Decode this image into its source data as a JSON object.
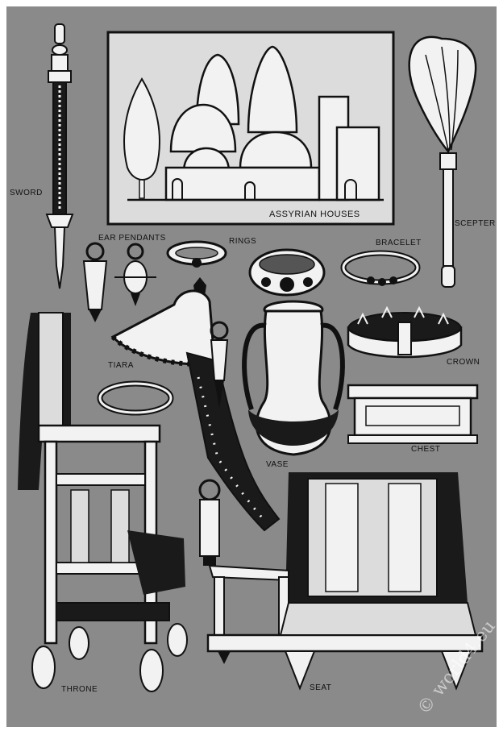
{
  "labels": {
    "sword": "SWORD",
    "assyrian_houses": "ASSYRIAN HOUSES",
    "scepter": "SCEPTER",
    "ear_pendants": "EAR PENDANTS",
    "rings": "RINGS",
    "bracelet": "BRACELET",
    "tiara": "TIARA",
    "crown": "CROWN",
    "chest": "CHEST",
    "vase": "VASE",
    "throne": "THRONE",
    "seat": "SEAT"
  },
  "watermark": "© world4.eu",
  "colors": {
    "background": "#8a8a8a",
    "ink": "#111111",
    "highlight": "#f2f2f2"
  }
}
